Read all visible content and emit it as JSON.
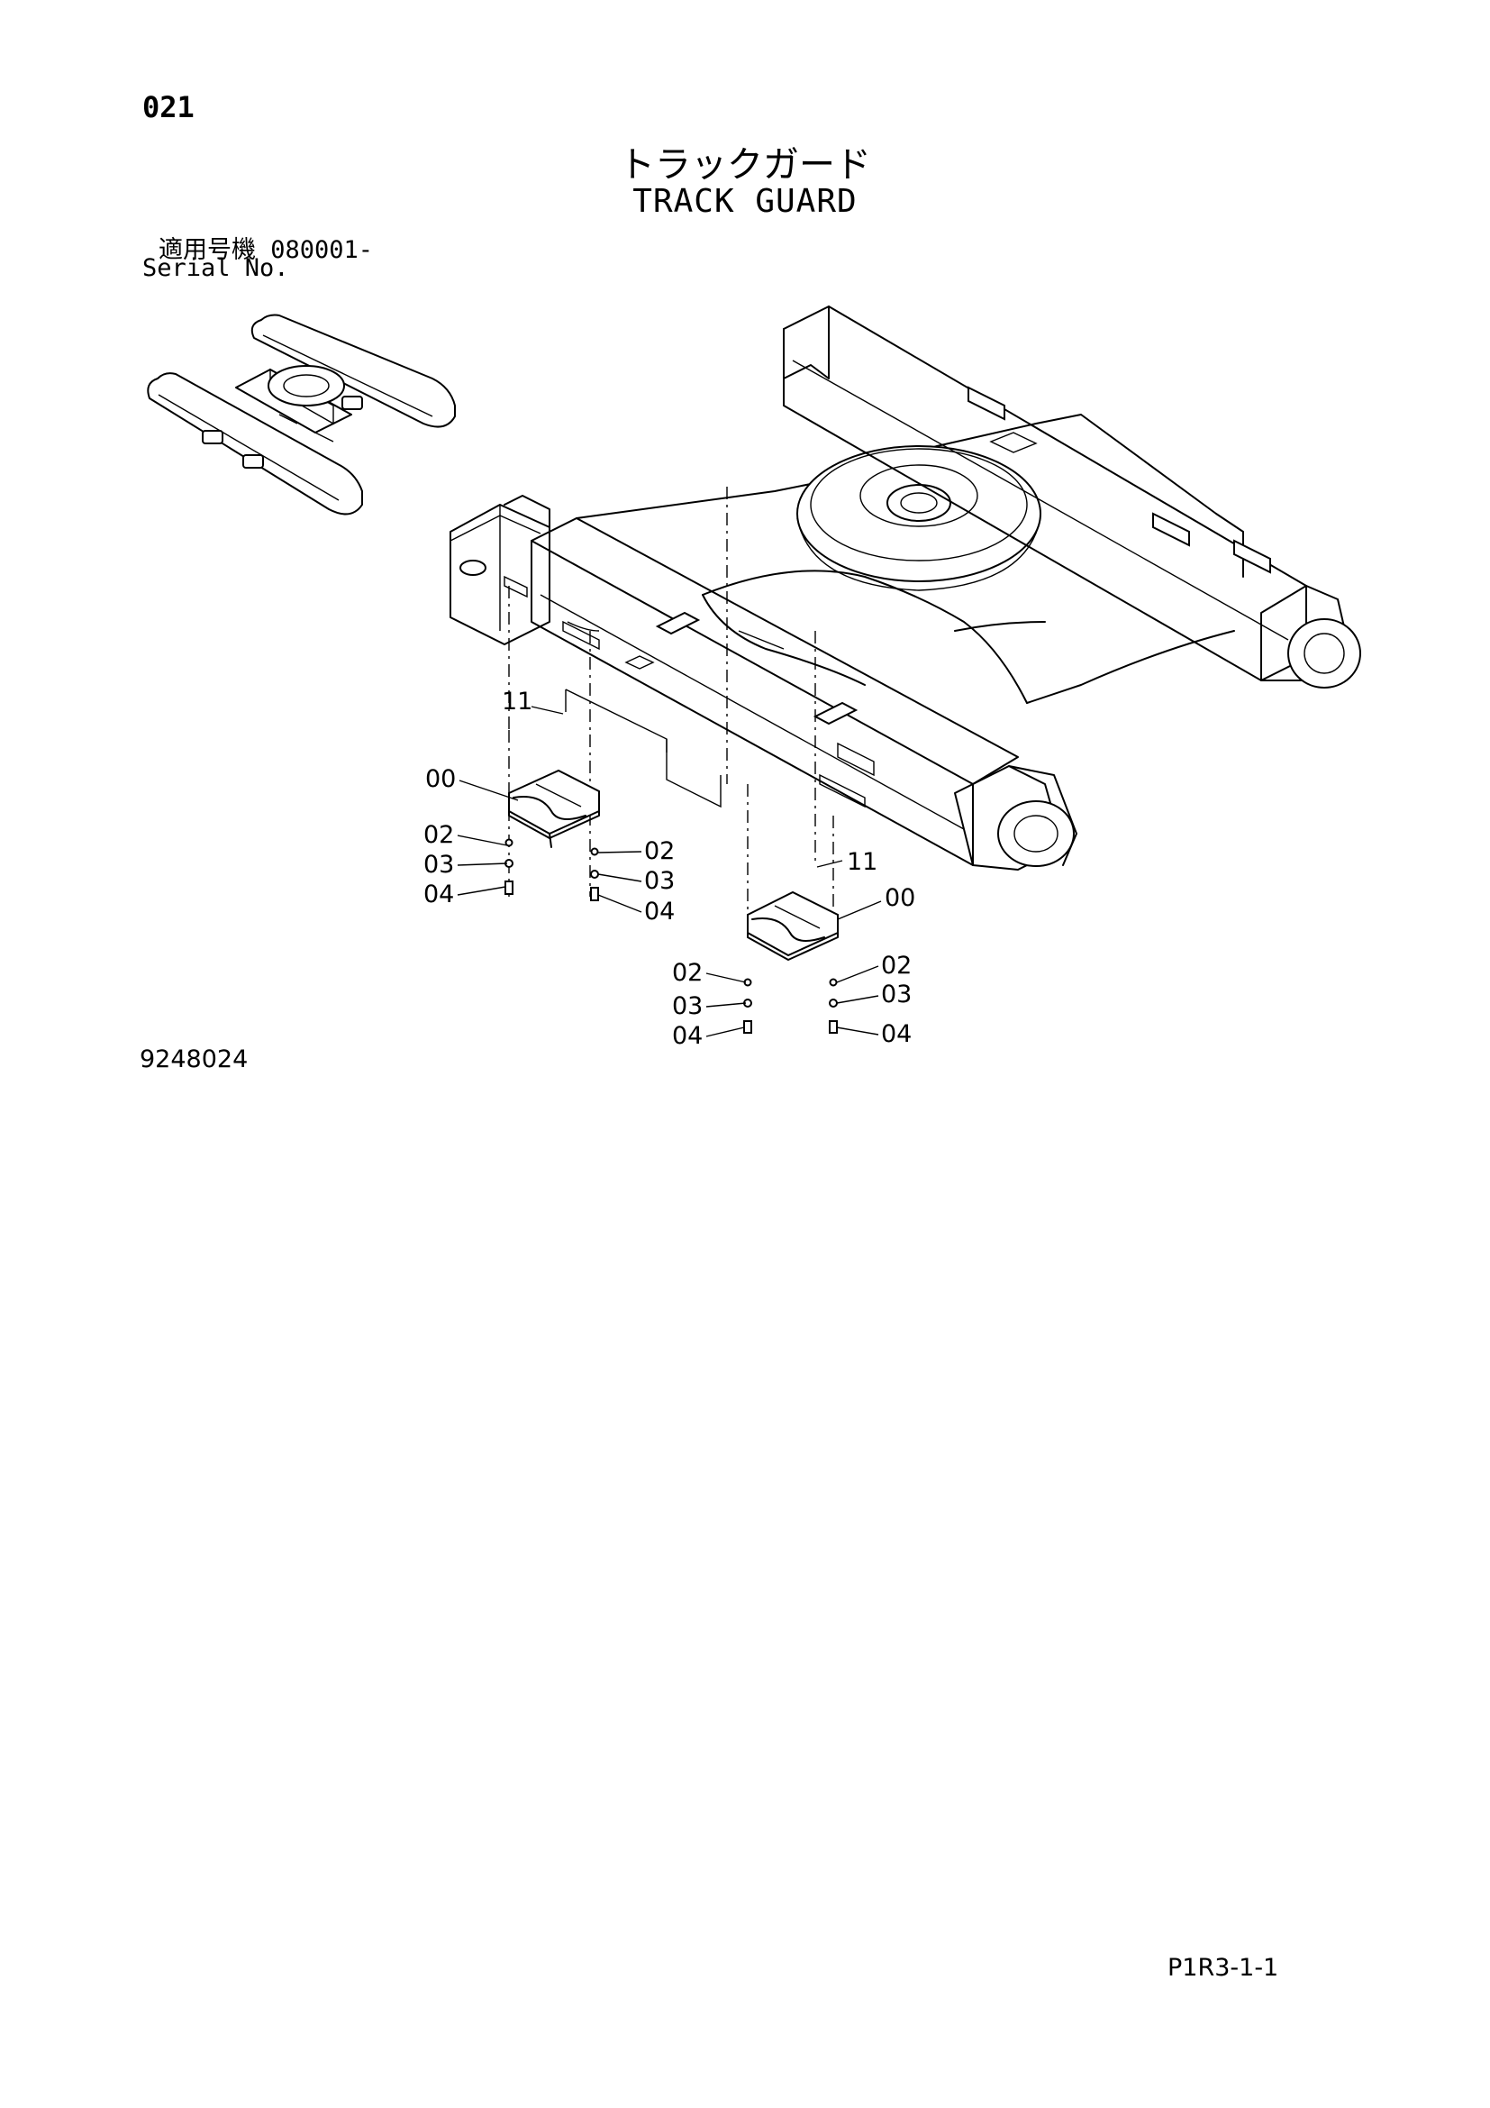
{
  "header": {
    "page_number": "021",
    "title_jp": "トラックガード",
    "title_en": "TRACK GUARD",
    "serial_jp": "適用号機  080001-",
    "serial_en": "Serial No."
  },
  "footer": {
    "drawing_number": "9248024",
    "sheet_code": "P1R3-1-1"
  },
  "callouts": {
    "c11_a": "11",
    "c00_a": "00",
    "c02_a": "02",
    "c03_a": "03",
    "c04_a": "04",
    "c02_b": "02",
    "c03_b": "03",
    "c04_b": "04",
    "c11_b": "11",
    "c00_b": "00",
    "c02_c": "02",
    "c03_c": "03",
    "c04_c": "04",
    "c02_d": "02",
    "c03_d": "03",
    "c04_d": "04"
  }
}
